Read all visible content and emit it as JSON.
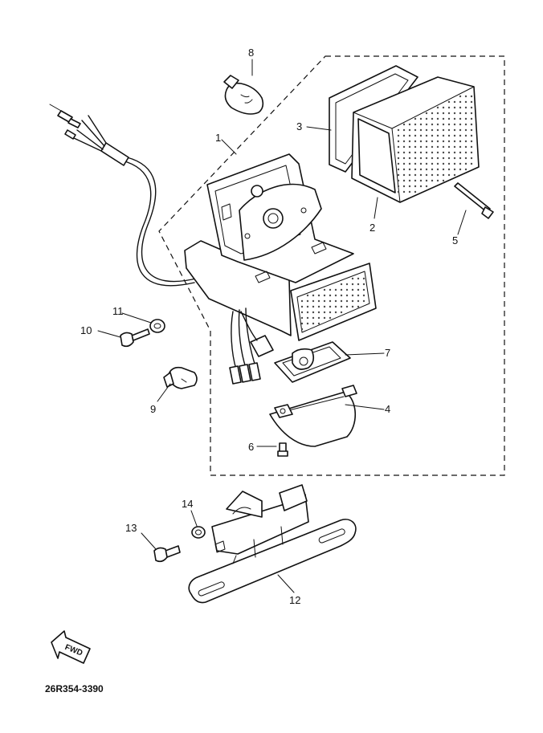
{
  "callouts": {
    "p1": "1",
    "p2": "2",
    "p3": "3",
    "p4": "4",
    "p5": "5",
    "p6": "6",
    "p7": "7",
    "p8": "8",
    "p9": "9",
    "p10": "10",
    "p11": "11",
    "p12": "12",
    "p13": "13",
    "p14": "14"
  },
  "direction_marker": {
    "label": "FWD",
    "icon": "forward-arrow-icon"
  },
  "diagram_code": "26R354-3390"
}
